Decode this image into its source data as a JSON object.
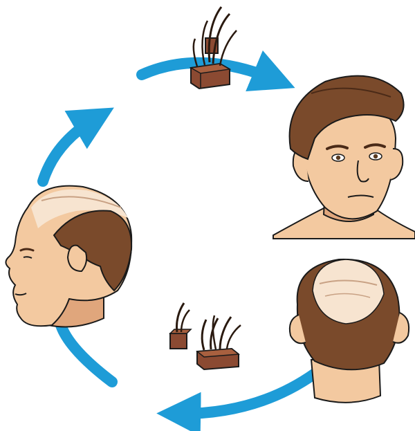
{
  "diagram": {
    "kind": "hair-transplant-cycle",
    "stages": [
      {
        "id": "graft-harvest",
        "icon": "single-follicle-graft-icon"
      },
      {
        "id": "full-hair-result",
        "icon": "man-full-hair-front-icon"
      },
      {
        "id": "donor-area",
        "icon": "balding-head-back-icon"
      },
      {
        "id": "graft-units",
        "icon": "follicle-grafts-pair-icon"
      },
      {
        "id": "before-baldness",
        "icon": "balding-man-profile-icon"
      }
    ],
    "arrows": [
      {
        "from": "graft-harvest",
        "to": "full-hair-result",
        "icon": "arrow-top-right-icon"
      },
      {
        "from": "full-hair-result",
        "to": "donor-area"
      },
      {
        "from": "donor-area",
        "to": "graft-units",
        "icon": "arrow-bottom-left-icon"
      },
      {
        "from": "graft-units",
        "to": "before-baldness",
        "icon": "arrow-left-bottom-icon"
      },
      {
        "from": "before-baldness",
        "to": "graft-harvest",
        "icon": "arrow-left-up-icon"
      }
    ],
    "colors": {
      "arrow": "#1E9CD7",
      "skin": "#F3C9A0",
      "skin_shadow": "#E0A67C",
      "hair": "#7A4A2B",
      "hair_dark": "#4A2A17",
      "scalp_light": "#F7E4D0",
      "graft_block": "#8B4A32",
      "outline": "#1A1A1A"
    }
  }
}
